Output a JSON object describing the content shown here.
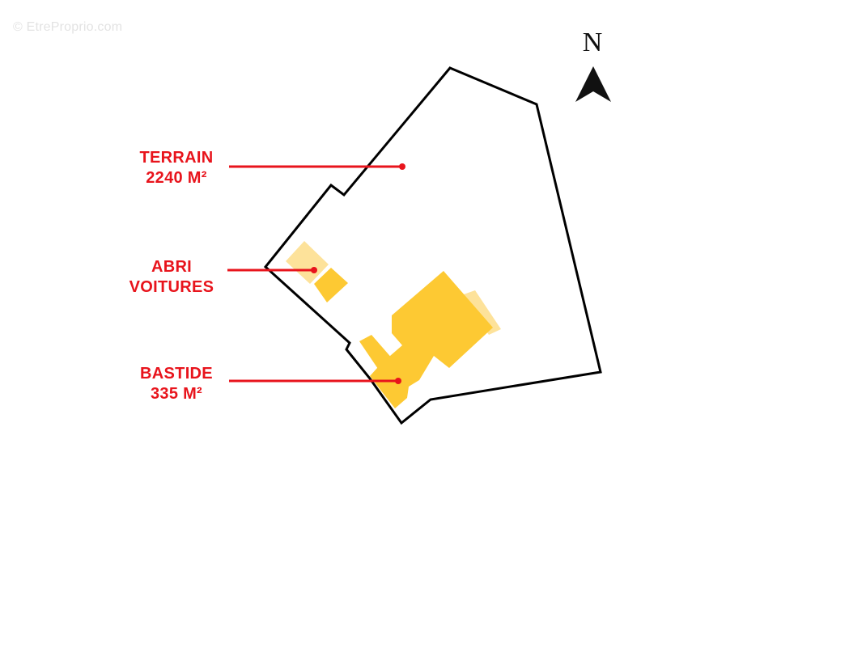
{
  "watermark": "© EtreProprio.com",
  "compass": {
    "letter": "N",
    "icon": "north-arrow-icon"
  },
  "labels": {
    "terrain": {
      "line1": "TERRAIN",
      "line2": "2240 M²"
    },
    "abri": {
      "line1": "ABRI",
      "line2": "VOITURES"
    },
    "bastide": {
      "line1": "BASTIDE",
      "line2": "335 M²"
    }
  },
  "colors": {
    "label_red": "#e8141c",
    "building": "#fdc933",
    "building_light": "#fde29a",
    "boundary": "#000000",
    "compass": "#111111"
  }
}
